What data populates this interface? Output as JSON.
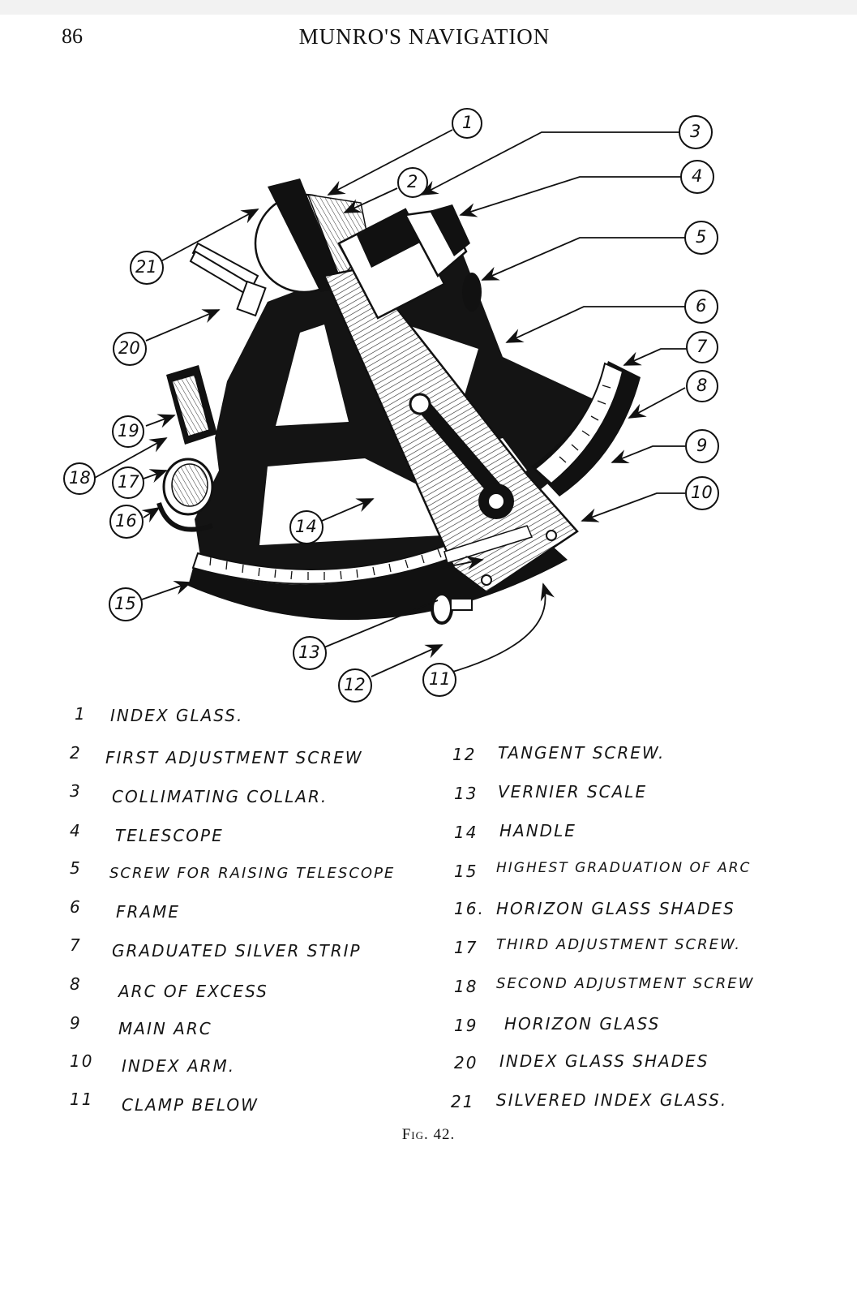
{
  "page": {
    "number": "86",
    "running_title": "MUNRO'S NAVIGATION",
    "caption": "Fig. 42."
  },
  "callouts": [
    {
      "n": "1"
    },
    {
      "n": "2"
    },
    {
      "n": "3"
    },
    {
      "n": "4"
    },
    {
      "n": "5"
    },
    {
      "n": "6"
    },
    {
      "n": "7"
    },
    {
      "n": "8"
    },
    {
      "n": "9"
    },
    {
      "n": "10"
    },
    {
      "n": "11"
    },
    {
      "n": "12"
    },
    {
      "n": "13"
    },
    {
      "n": "14"
    },
    {
      "n": "15"
    },
    {
      "n": "16"
    },
    {
      "n": "17"
    },
    {
      "n": "18"
    },
    {
      "n": "19"
    },
    {
      "n": "20"
    },
    {
      "n": "21"
    }
  ],
  "legend_left": [
    {
      "num": "1",
      "text": "INDEX GLASS."
    },
    {
      "num": "2",
      "text": "FIRST ADJUSTMENT SCREW"
    },
    {
      "num": "3",
      "text": "COLLIMATING COLLAR."
    },
    {
      "num": "4",
      "text": "TELESCOPE"
    },
    {
      "num": "5",
      "text": "SCREW FOR RAISING TELESCOPE"
    },
    {
      "num": "6",
      "text": "FRAME"
    },
    {
      "num": "7",
      "text": "GRADUATED SILVER STRIP"
    },
    {
      "num": "8",
      "text": "ARC OF EXCESS"
    },
    {
      "num": "9",
      "text": "MAIN ARC"
    },
    {
      "num": "10",
      "text": "INDEX ARM."
    },
    {
      "num": "11",
      "text": "CLAMP BELOW"
    }
  ],
  "legend_right": [
    {
      "num": "12",
      "text": "TANGENT SCREW."
    },
    {
      "num": "13",
      "text": "VERNIER SCALE"
    },
    {
      "num": "14",
      "text": "HANDLE"
    },
    {
      "num": "15",
      "text": "HIGHEST GRADUATION OF ARC"
    },
    {
      "num": "16.",
      "text": "HORIZON GLASS SHADES"
    },
    {
      "num": "17",
      "text": "THIRD ADJUSTMENT SCREW."
    },
    {
      "num": "18",
      "text": "SECOND ADJUSTMENT SCREW"
    },
    {
      "num": "19",
      "text": "HORIZON GLASS"
    },
    {
      "num": "20",
      "text": "INDEX GLASS SHADES"
    },
    {
      "num": "21",
      "text": "SILVERED INDEX GLASS."
    }
  ]
}
